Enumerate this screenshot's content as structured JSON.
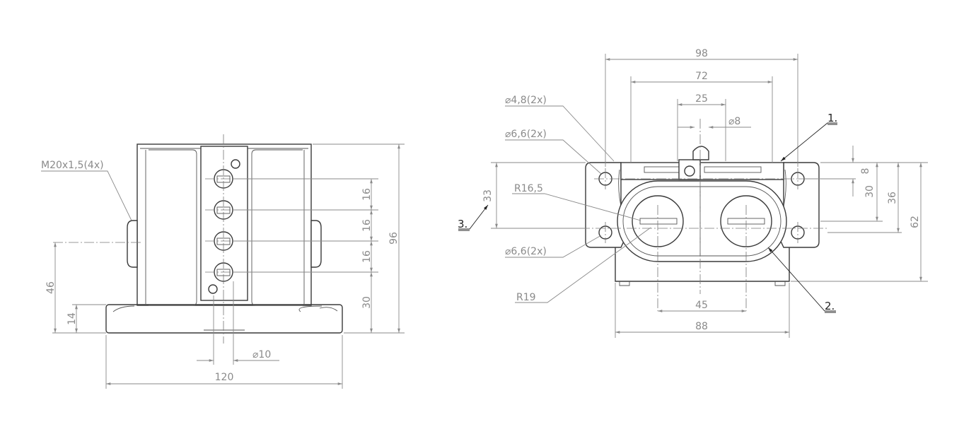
{
  "front_view": {
    "dimensions": {
      "width_overall": "120",
      "height_overall": "96",
      "pitch_1": "16",
      "pitch_2": "16",
      "pitch_3": "16",
      "bottom_offset": "30",
      "axis_height": "46",
      "flange_height": "14",
      "hole_dia": "⌀10"
    },
    "thread_callout": "M20x1,5(4x)"
  },
  "top_view": {
    "dimensions": {
      "width_98": "98",
      "width_72": "72",
      "width_25": "25",
      "dia_8": "⌀8",
      "hole_48": "⌀4,8(2x)",
      "hole_66_top": "⌀6,6(2x)",
      "hole_66_bottom": "⌀6,6(2x)",
      "radius_165": "R16,5",
      "radius_19": "R19",
      "height_33": "33",
      "height_8": "8",
      "height_30": "30",
      "height_36": "36",
      "height_62": "62",
      "spacing_45": "45",
      "width_88": "88"
    },
    "callouts": {
      "item_1": "1.",
      "item_2": "2.",
      "item_3": "3."
    }
  }
}
